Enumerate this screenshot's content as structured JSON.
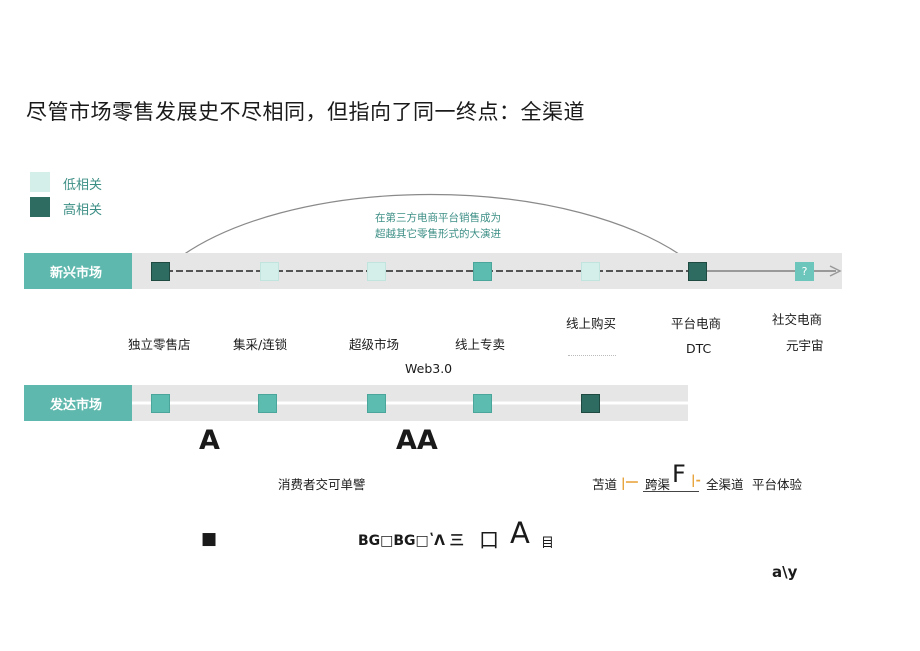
{
  "title": "尽管市场零售发展史不尽相同，但指向了同一终点：全渠道",
  "legend": [
    {
      "label": "低相关",
      "color": "#d4eeea"
    },
    {
      "label": "高相关",
      "color": "#2e6b60"
    }
  ],
  "emerging_market": {
    "label": "新兴市场",
    "arc_text_line1": "在第三方电商平台销售成为",
    "arc_text_line2": "超越其它零售形式的大演进",
    "nodes": [
      "独立零售店",
      "集采/连锁",
      "超级市场",
      "线上专卖",
      "线上购买",
      "平台电商",
      "社交电商"
    ],
    "extra_labels": [
      "DTC",
      "元宇宙",
      "Web3.0"
    ],
    "q_mark": "?"
  },
  "developed_market": {
    "label": "发达市场",
    "labels": [
      "消费者交可单譬",
      "苫道",
      "跨渠",
      "全渠道",
      "平台体验"
    ],
    "glyphs": {
      "a1": "A",
      "a2": "AA",
      "f": "F",
      "bar1": "|一",
      "bar2": "|-"
    }
  },
  "footer": {
    "square": "■",
    "garbled": "BG□BG□ʽΛ 三",
    "box": "口",
    "big_a": "A",
    "mu": "目",
    "ay": "a\\y"
  },
  "colors": {
    "band": "#e6e6e6",
    "label_bg": "#5fb8ad",
    "dark_node": "#2e6b60",
    "mid_node": "#5cbcb0",
    "light_node": "#d4eeea",
    "accent_orange": "#e8a33b"
  }
}
